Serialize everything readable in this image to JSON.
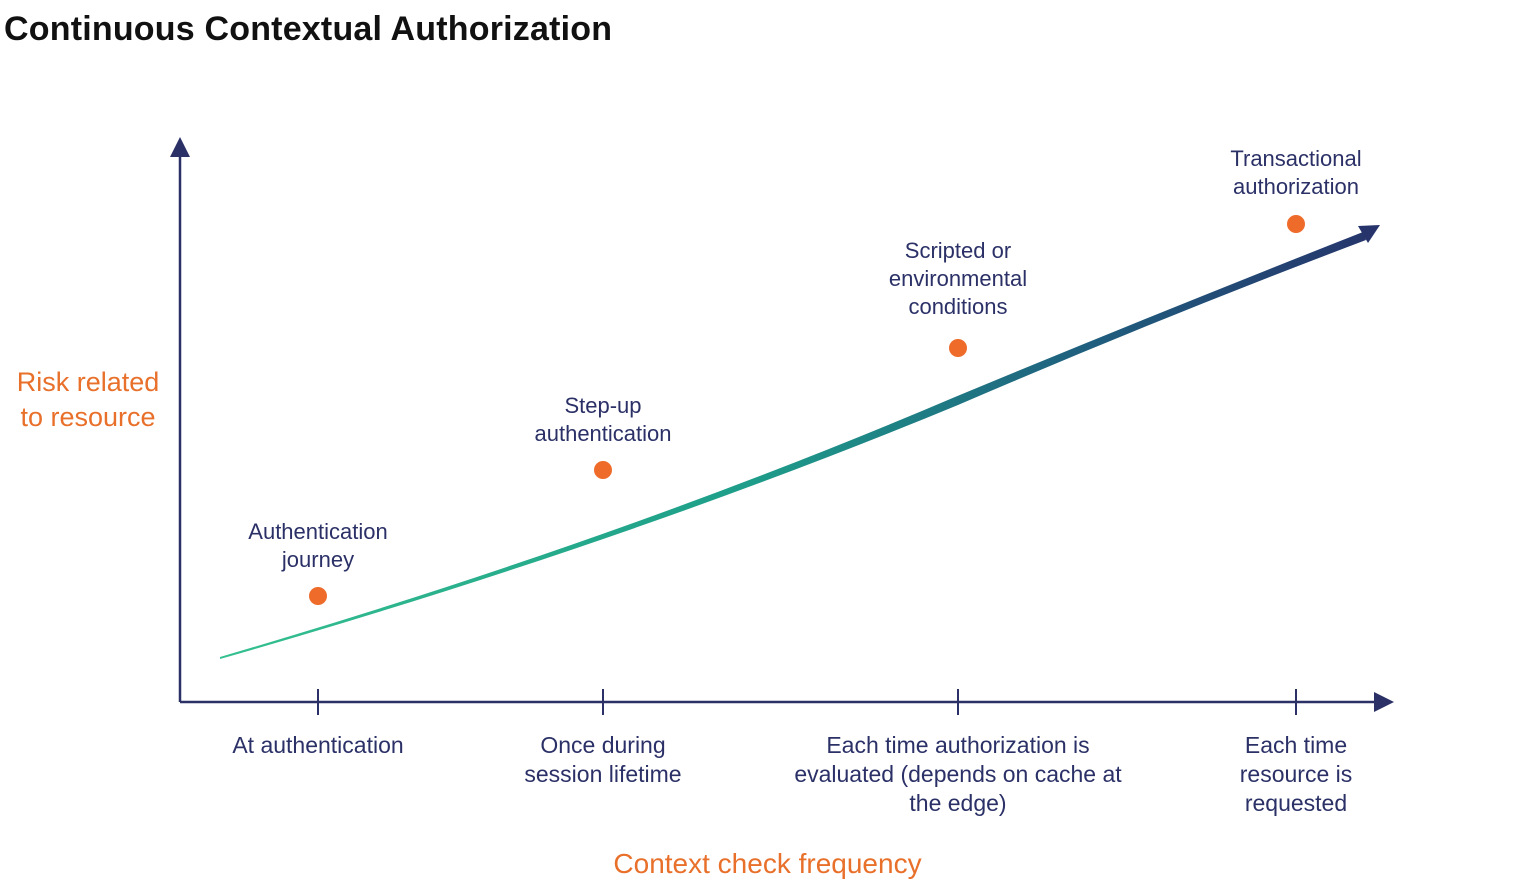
{
  "title": "Continuous Contextual Authorization",
  "y_axis_label": "Risk related to resource",
  "x_axis_label": "Context check frequency",
  "frequencies": [
    "At authentication",
    "Once during session lifetime",
    "Each time authorization is evaluated (depends on cache at the edge)",
    "Each time resource is requested"
  ],
  "points": [
    "Authentication journey",
    "Step-up authentication",
    "Scripted or environmental conditions",
    "Transactional authorization"
  ],
  "colors": {
    "axis": "#2b3167",
    "accent": "#e8702a",
    "dot": "#ee6b2a",
    "curve_start": "#2fb58e",
    "curve_end": "#24346b"
  }
}
